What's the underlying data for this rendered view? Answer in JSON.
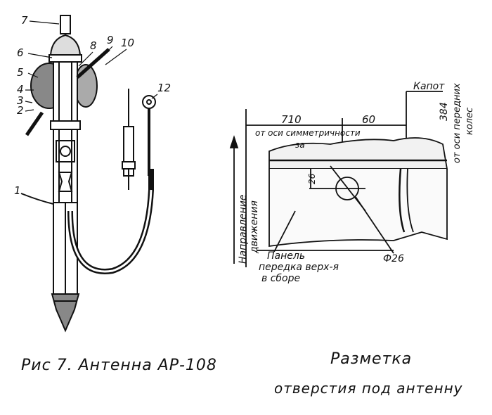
{
  "left_figure": {
    "callouts": [
      "7",
      "6",
      "8",
      "9",
      "10",
      "5",
      "4",
      "3",
      "2",
      "1",
      "12"
    ],
    "caption": "Рис 7. Антенна АР-108"
  },
  "right_figure": {
    "dim_710": "710",
    "dim_60": "60",
    "dim_text_line1": "от оси симметричности",
    "dim_text_line2": "за",
    "label_kapot": "Капот",
    "dim_384": "384",
    "text_vert_right_1": "от оси передних",
    "text_vert_right_2": "колес",
    "direction_1": "Направление",
    "direction_2": "движения",
    "dim_26": "26",
    "dim_phi": "Ф26",
    "bottom_label_1": "Панель",
    "bottom_label_2": "передка верх-я",
    "bottom_label_3": "в сборе",
    "caption_line1": "Разметка",
    "caption_line2": "отверстия под антенну"
  },
  "colors": {
    "ink": "#111111",
    "paper": "#ffffff"
  }
}
